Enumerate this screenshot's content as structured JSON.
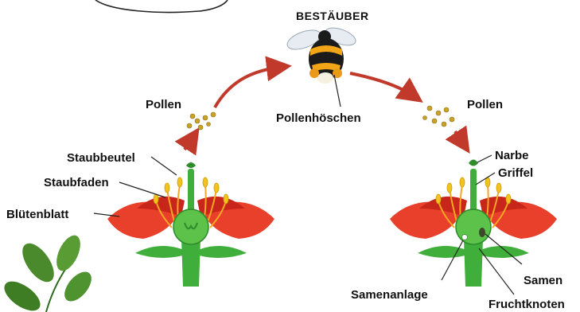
{
  "labels": {
    "pollinator": "BESTÄUBER",
    "pollen_left": "Pollen",
    "pollen_right": "Pollen",
    "pollen_baskets": "Pollenhöschen",
    "anther": "Staubbeutel",
    "filament": "Staubfaden",
    "petal": "Blütenblatt",
    "stigma": "Narbe",
    "style": "Griffel",
    "seed": "Samen",
    "ovule": "Samenanlage",
    "ovary": "Fruchtknoten"
  },
  "colors": {
    "petal": "#e8402a",
    "petal_dark": "#c8261a",
    "stem": "#3fae3a",
    "stem_dark": "#2e8c2b",
    "stamen": "#f5a623",
    "anther": "#f2c31c",
    "arrow": "#c0392b",
    "pollen": "#c9a227"
  }
}
